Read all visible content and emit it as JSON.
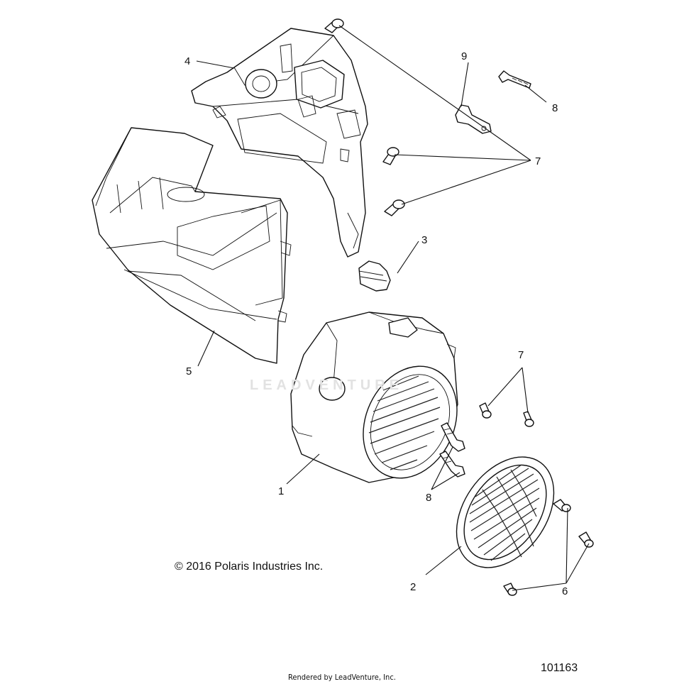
{
  "callouts": {
    "c1": "1",
    "c2": "2",
    "c3": "3",
    "c4": "4",
    "c5": "5",
    "c6": "6",
    "c7a": "7",
    "c7b": "7",
    "c8a": "8",
    "c8b": "8",
    "c9": "9"
  },
  "copyright": "© 2016 Polaris Industries Inc.",
  "rendered_by": "Rendered by LeadVenture, Inc.",
  "diagram_id": "101163",
  "watermark": "LEADVENTURE"
}
